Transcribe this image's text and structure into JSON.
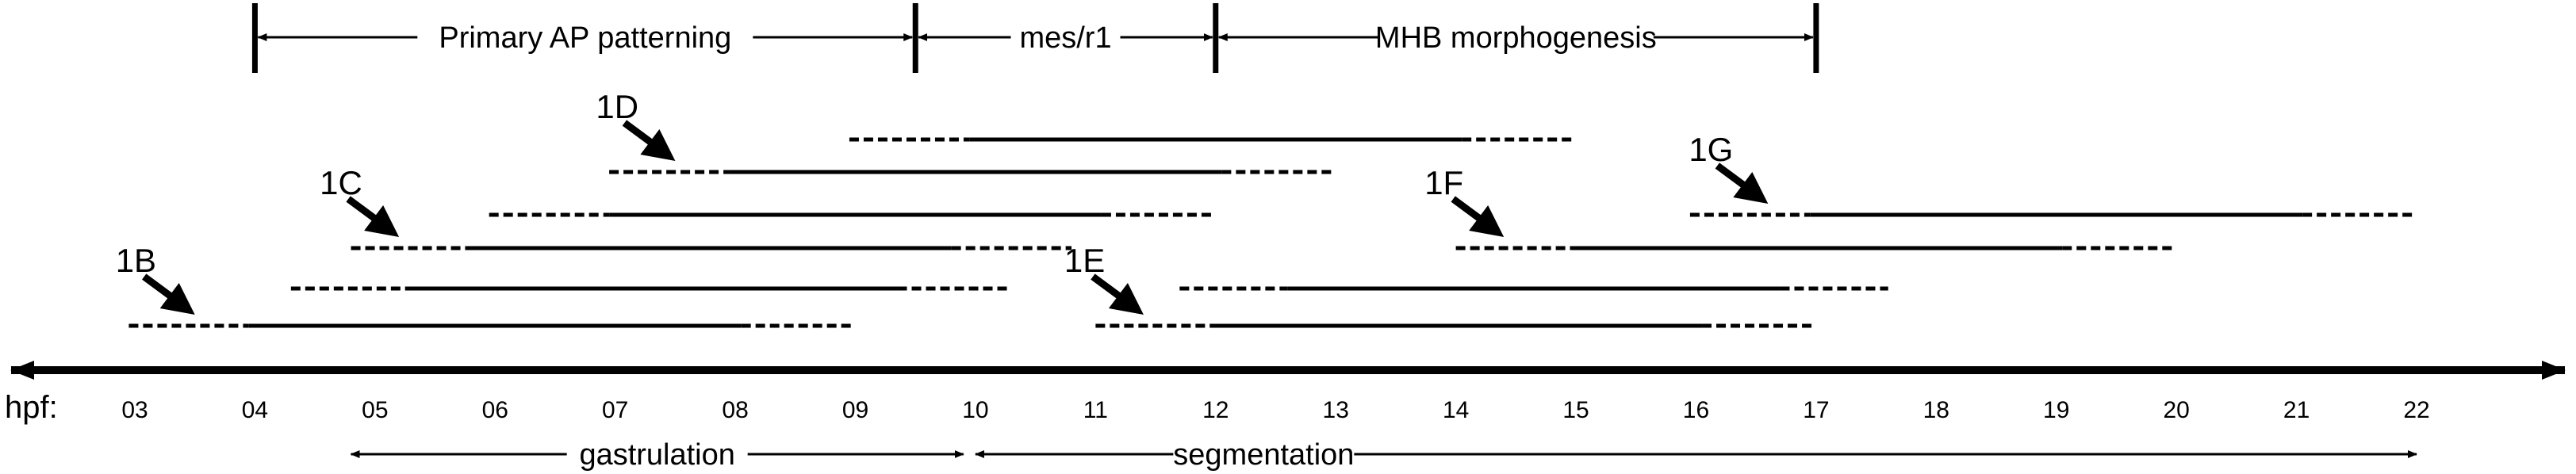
{
  "unit_label": "hpf:",
  "ticks": [
    "03",
    "04",
    "05",
    "06",
    "07",
    "08",
    "09",
    "10",
    "11",
    "12",
    "13",
    "14",
    "15",
    "16",
    "17",
    "18",
    "19",
    "20",
    "21",
    "22"
  ],
  "top_phases": [
    {
      "label": "Primary AP patterning",
      "from": 4.0,
      "to": 9.5
    },
    {
      "label": "mes/r1",
      "from": 9.5,
      "to": 12.0
    },
    {
      "label": "MHB morphogenesis",
      "from": 12.0,
      "to": 17.0
    }
  ],
  "bottom_phases": [
    {
      "label": "gastrulation",
      "from": 4.8,
      "to": 9.9
    },
    {
      "label": "segmentation",
      "from": 10.0,
      "to": 22.0
    }
  ],
  "timelines": [
    {
      "dash_start": 2.95,
      "solid_start": 3.95,
      "solid_end": 8.05,
      "dash_end": 9.0
    },
    {
      "dash_start": 4.3,
      "solid_start": 5.25,
      "solid_end": 9.35,
      "dash_end": 10.3
    },
    {
      "dash_start": 4.8,
      "solid_start": 5.75,
      "solid_end": 9.8,
      "dash_end": 10.8
    },
    {
      "dash_start": 5.95,
      "solid_start": 6.95,
      "solid_end": 11.05,
      "dash_end": 12.0
    },
    {
      "dash_start": 6.95,
      "solid_start": 7.95,
      "solid_end": 12.05,
      "dash_end": 13.0
    },
    {
      "dash_start": 8.95,
      "solid_start": 9.95,
      "solid_end": 14.05,
      "dash_end": 15.0
    },
    {
      "dash_start": 11.0,
      "solid_start": 11.95,
      "solid_end": 16.05,
      "dash_end": 17.0
    },
    {
      "dash_start": 11.7,
      "solid_start": 12.6,
      "solid_end": 16.7,
      "dash_end": 17.6
    },
    {
      "dash_start": 14.0,
      "solid_start": 14.95,
      "solid_end": 19.05,
      "dash_end": 20.0
    },
    {
      "dash_start": 15.95,
      "solid_start": 16.95,
      "solid_end": 21.05,
      "dash_end": 22.0
    }
  ],
  "panel_callouts": [
    {
      "label": "1B",
      "points_to": 3.5,
      "timeline": 0
    },
    {
      "label": "1C",
      "points_to": 5.2,
      "timeline": 2
    },
    {
      "label": "1D",
      "points_to": 7.5,
      "timeline": 4
    },
    {
      "label": "1E",
      "points_to": 11.4,
      "timeline": 6
    },
    {
      "label": "1F",
      "points_to": 14.4,
      "timeline": 8
    },
    {
      "label": "1G",
      "points_to": 16.6,
      "timeline": 9
    }
  ]
}
